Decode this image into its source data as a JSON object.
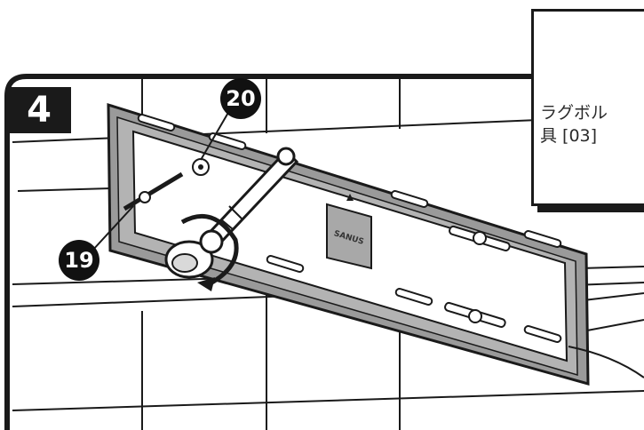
{
  "step": {
    "number": "4"
  },
  "callouts": {
    "washer": "20",
    "lag_bolt": "19"
  },
  "plate": {
    "brand": "SANUS"
  },
  "note": {
    "text": "ラグボル\n具 [03]"
  },
  "colors": {
    "plate": "#9a9a9a",
    "outline": "#1a1a1a",
    "badge": "#111111"
  }
}
